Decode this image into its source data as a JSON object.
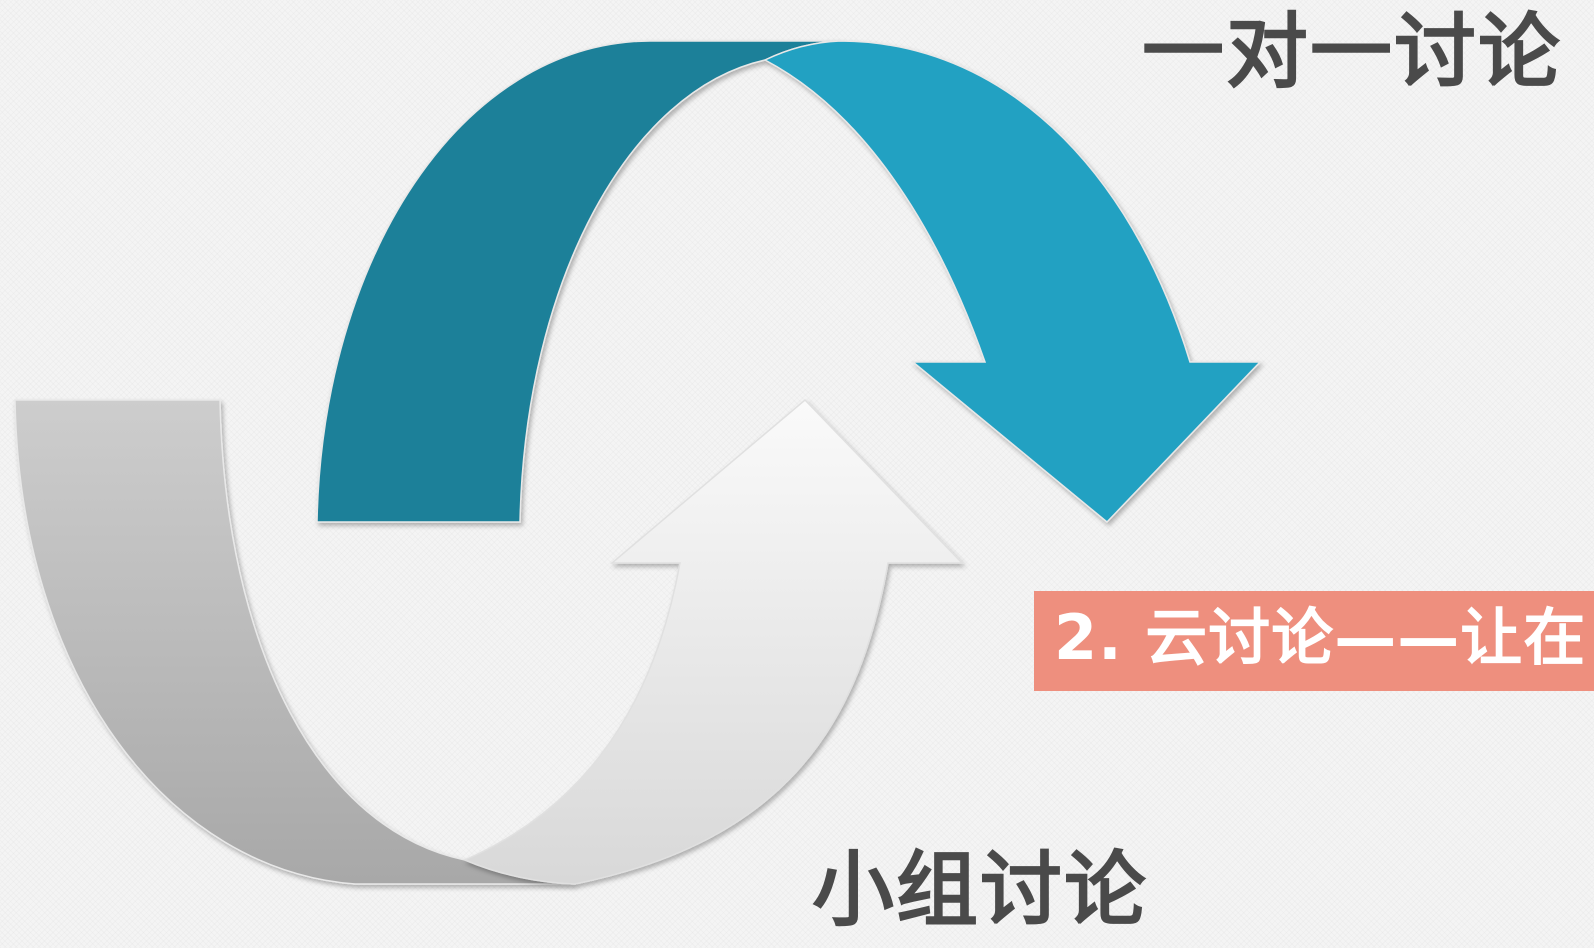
{
  "labels": {
    "top": "一对一讨论",
    "bottom": "小组讨论"
  },
  "banner": {
    "text": "2. 云讨论——让在",
    "color": "#ee8f7e"
  },
  "colors": {
    "teal_dark": "#1e8099",
    "teal_light": "#23a1c2",
    "gray_dark": "#aaaaaa",
    "gray_light": "#dcdcdc",
    "white_arrow": "#f2f2f2"
  }
}
